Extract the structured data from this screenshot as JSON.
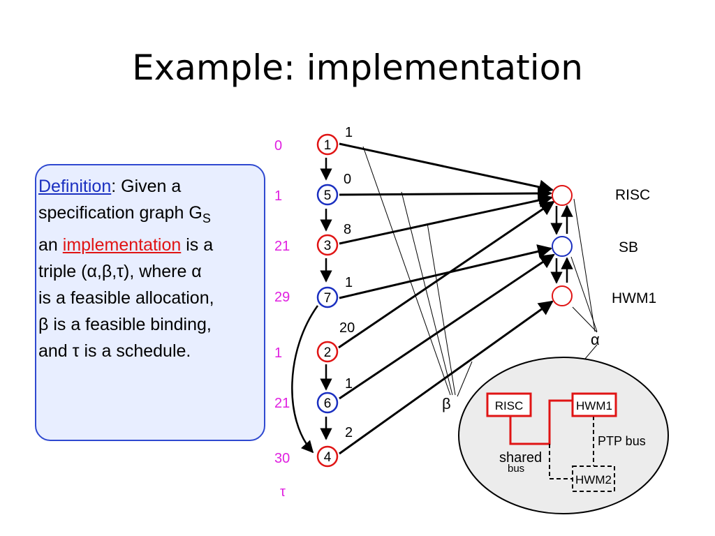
{
  "title": "Example: implementation",
  "definition": {
    "term": "Definition",
    "line1_rest": ": Given a",
    "line2_main": "specification graph G",
    "line2_sub": "S",
    "line3_pre": "an ",
    "line3_term": "implementation",
    "line3_post": " is a",
    "line4": "triple (α,β,τ), where α",
    "line5": "is a feasible allocation,",
    "line6": "β is a feasible binding,",
    "line7": "and τ is a schedule."
  },
  "schedule": {
    "label": "τ",
    "values": [
      "0",
      "1",
      "21",
      "29",
      "1",
      "21",
      "30"
    ]
  },
  "tasks": [
    {
      "id": "1",
      "weight": "1",
      "color": "red"
    },
    {
      "id": "5",
      "weight": "0",
      "color": "blue"
    },
    {
      "id": "3",
      "weight": "8",
      "color": "red"
    },
    {
      "id": "7",
      "weight": "1",
      "color": "blue"
    },
    {
      "id": "2",
      "weight": "20",
      "color": "red"
    },
    {
      "id": "6",
      "weight": "1",
      "color": "blue"
    },
    {
      "id": "4",
      "weight": "2",
      "color": "red"
    }
  ],
  "resources": [
    {
      "label": "RISC",
      "color": "red"
    },
    {
      "label": "SB",
      "color": "blue"
    },
    {
      "label": "HWM1",
      "color": "red"
    }
  ],
  "beta_label": "β",
  "alpha_label": "α",
  "architecture": {
    "risc": "RISC",
    "hwm1": "HWM1",
    "hwm2": "HWM2",
    "shared1": "shared",
    "shared2": "bus",
    "ptp": "PTP bus"
  },
  "colors": {
    "red": "#e01414",
    "blue": "#1a2fc0",
    "magenta": "#e020e0",
    "box_border": "#2f49d0",
    "box_fill": "#e8eeff",
    "ellipse_fill": "#ececec"
  }
}
